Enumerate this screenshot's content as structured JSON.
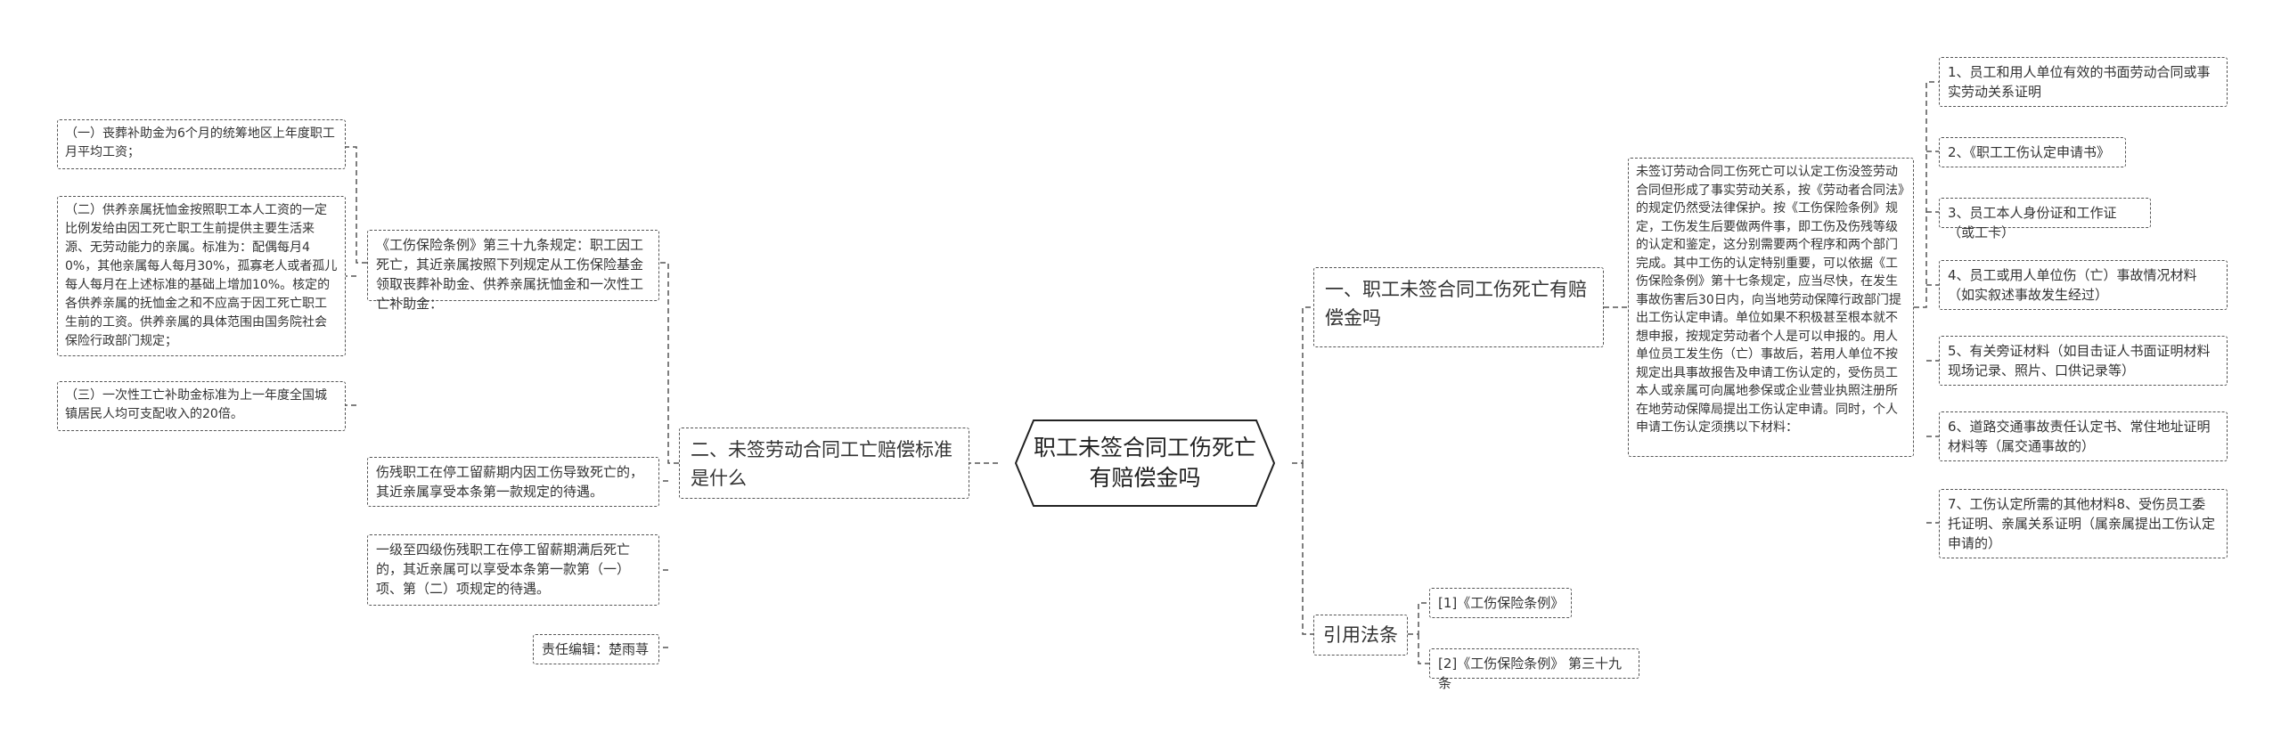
{
  "root": {
    "title": "职工未签合同工伤死亡有赔偿金吗"
  },
  "branches": {
    "b1": {
      "label": "一、职工未签合同工伤死亡有赔偿金吗",
      "desc": "未签订劳动合同工伤死亡可以认定工伤没签劳动合同但形成了事实劳动关系，按《劳动者合同法》的规定仍然受法律保护。按《工伤保险条例》规定，工伤发生后要做两件事，即工伤及伤残等级的认定和鉴定，这分别需要两个程序和两个部门完成。其中工伤的认定特别重要，可以依据《工伤保险条例》第十七条规定，应当尽快，在发生事故伤害后30日内，向当地劳动保障行政部门提出工伤认定申请。单位如果不积极甚至根本就不想申报，按规定劳动者个人是可以申报的。用人单位员工发生伤（亡）事故后，若用人单位不按规定出具事故报告及申请工伤认定的，受伤员工本人或亲属可向属地参保或企业营业执照注册所在地劳动保障局提出工伤认定申请。同时，个人申请工伤认定须携以下材料：",
      "materials": [
        "1、员工和用人单位有效的书面劳动合同或事实劳动关系证明",
        "2、《职工工伤认定申请书》",
        "3、员工本人身份证和工作证（或工卡）",
        "4、员工或用人单位伤（亡）事故情况材料（如实叙述事故发生经过）",
        "5、有关旁证材料（如目击证人书面证明材料现场记录、照片、口供记录等）",
        "6、道路交通事故责任认定书、常住地址证明材料等（属交通事故的）",
        "7、工伤认定所需的其他材料8、受伤员工委托证明、亲属关系证明（属亲属提出工伤认定申请的）"
      ]
    },
    "b2": {
      "label": "二、未签劳动合同工亡赔偿标准是什么",
      "article": "《工伤保险条例》第三十九条规定：职工因工死亡，其近亲属按照下列规定从工伤保险基金领取丧葬补助金、供养亲属抚恤金和一次性工亡补助金：",
      "items": [
        "（一）丧葬补助金为6个月的统筹地区上年度职工月平均工资；",
        "（二）供养亲属抚恤金按照职工本人工资的一定比例发给由因工死亡职工生前提供主要生活来源、无劳动能力的亲属。标准为：配偶每月40%，其他亲属每人每月30%，孤寡老人或者孤儿每人每月在上述标准的基础上增加10%。核定的各供养亲属的抚恤金之和不应高于因工死亡职工生前的工资。供养亲属的具体范围由国务院社会保险行政部门规定；",
        "（三）一次性工亡补助金标准为上一年度全国城镇居民人均可支配收入的20倍。"
      ],
      "note1": "伤残职工在停工留薪期内因工伤导致死亡的，其近亲属享受本条第一款规定的待遇。",
      "note2": "一级至四级伤残职工在停工留薪期满后死亡的，其近亲属可以享受本条第一款第（一）项、第（二）项规定的待遇。",
      "editor": "责任编辑：楚雨荨"
    },
    "b3": {
      "label": "引用法条",
      "refs": [
        "[1]《工伤保险条例》",
        "[2]《工伤保险条例》 第三十九条"
      ]
    }
  }
}
